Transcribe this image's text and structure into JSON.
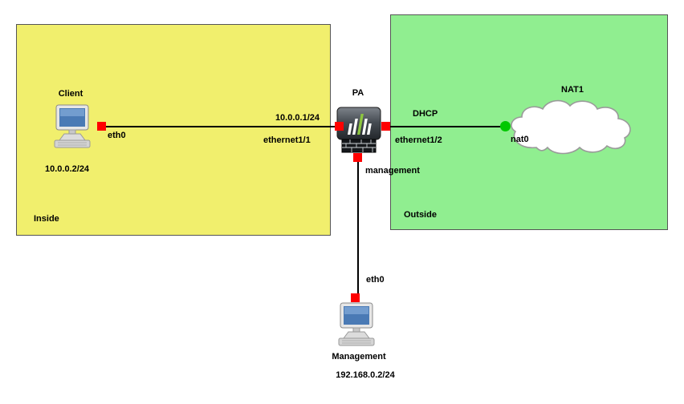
{
  "diagram": {
    "zones": {
      "inside": {
        "label": "Inside",
        "fill": "#f1ef6d"
      },
      "outside": {
        "label": "Outside",
        "fill": "#90ee90"
      }
    },
    "nodes": {
      "client": {
        "label": "Client",
        "ip": "10.0.0.2/24"
      },
      "pa": {
        "label": "PA"
      },
      "nat1": {
        "label": "NAT1"
      },
      "management": {
        "label": "Management",
        "ip": "192.168.0.2/24"
      }
    },
    "links": {
      "client_pa": {
        "client_if": "eth0",
        "pa_ip": "10.0.0.1/24",
        "pa_if": "ethernet1/1"
      },
      "pa_nat": {
        "pa_if": "ethernet1/2",
        "dhcp": "DHCP",
        "nat_if": "nat0"
      },
      "pa_mgmt": {
        "pa_if": "management",
        "mgmt_if": "eth0"
      }
    },
    "colors": {
      "link": "#000000",
      "port_marker": "#ff0000",
      "active_marker": "#00c800"
    }
  }
}
